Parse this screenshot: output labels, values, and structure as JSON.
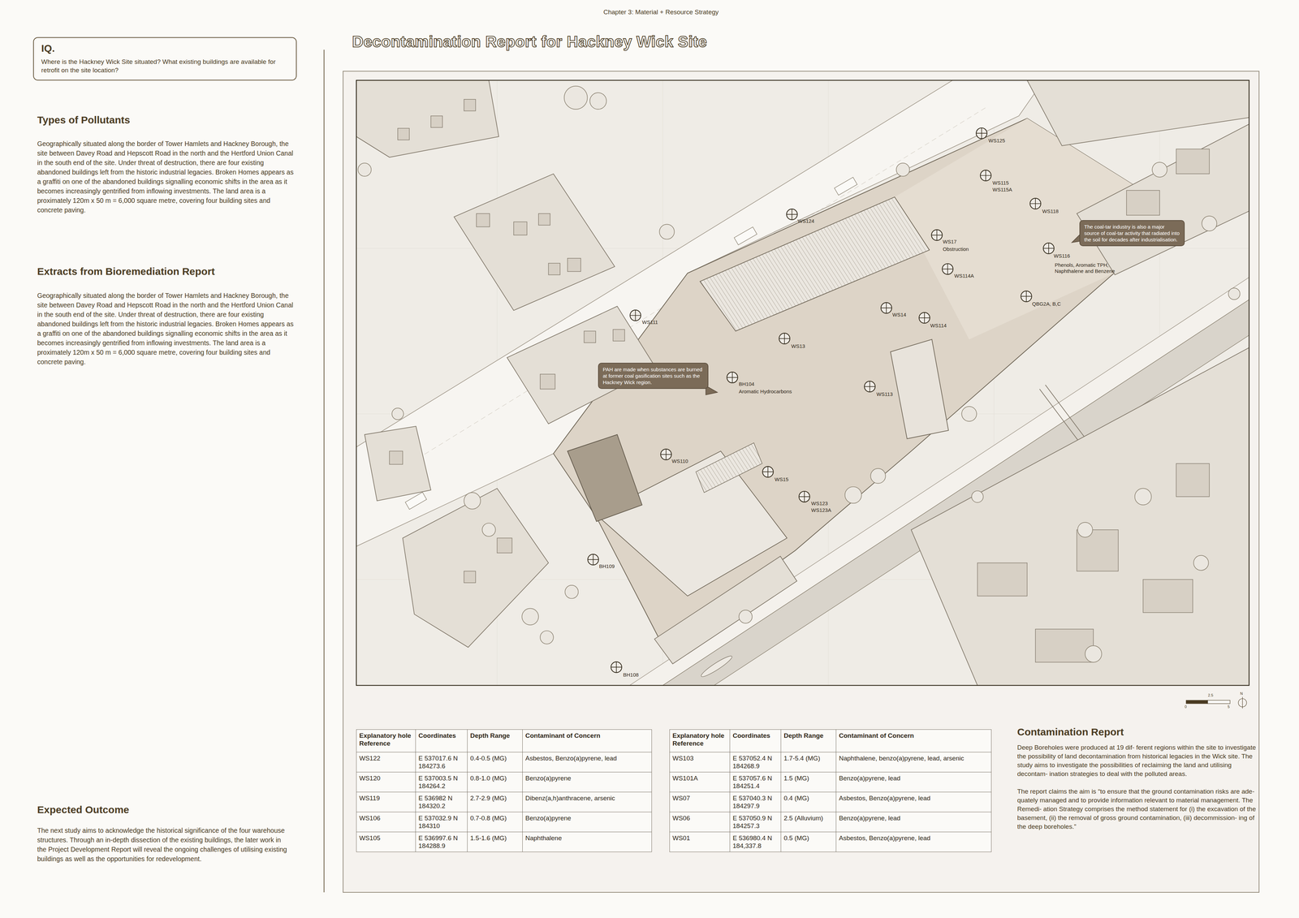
{
  "diagram": {
    "title": "Decontamination Report for Hackney Wick Site",
    "nodes": [
      {
        "text": [
          "IQ.",
          "Where is the Hackney Wick Site situated?  What existing buildings are available for retrofit on the site location?"
        ]
      },
      {
        "text": [
          "The coal-tar industry is also a major source of coal-tar activity that radiated into the soil for decades after industrialisation."
        ]
      },
      {
        "text": [
          "PAH are made when substances are burned at former coal gasification sites such as the Hackney Wick region."
        ]
      }
    ],
    "labels": [
      "Chapter 3: Material + Resource Strategy",
      "Types of Pollutants",
      "Geographically situated along the border of Tower Hamlets and Hackney Borough, the site between Davey Road and Hepscott Road in the north and the Hertford Union Canal in the south end of the site. Under threat of destruction, there are four existing abandoned buildings left from the historic industrial legacies. Broken Homes appears as a graffiti on one of the abandoned buildings signalling economic shifts in the area as it becomes increasingly gentrified from inflowing investments. The land area is a proximately 120m x 50 m = 6,000 square metre, covering four building sites and concrete paving.",
      "Extracts from Bioremediation Report",
      "Geographically situated along the border of Tower Hamlets and Hackney Borough, the site between Davey Road and Hepscott Road in the north and the Hertford Union Canal in the south end of the site. Under threat of destruction, there are four existing abandoned buildings left from the historic industrial legacies. Broken Homes appears as a graffiti on one of the abandoned buildings signalling economic shifts in the area as it becomes increasingly gentrified from inflowing investments. The land area is a proximately 120m x 50 m = 6,000 square metre, covering four building sites and concrete paving.",
      "Expected Outcome",
      "The next study aims to acknowledge the historical significance of the four warehouse structures. Through an in-depth dissection of the existing buildings, the later work in the Project Development Report will reveal the ongoing challenges of utilising existing buildings as well as the opportunities for redevelopment.",
      "WS125",
      "WS115",
      "WS115A",
      "WS118",
      "WS124",
      "WS17",
      "Obstruction",
      "WS116",
      "Phenols, Aromatic TPH, Naphthalene and Benzene",
      "WS114A",
      "QBG2A, B,C",
      "WS14",
      "WS114",
      "WS111",
      "WS13",
      "BH104",
      "Aromatic Hydrocarbons",
      "WS113",
      "WS110",
      "WS15",
      "WS123",
      "WS123A",
      "BH109",
      "BH108",
      "0",
      "2.5",
      "5",
      "N",
      "Explanatory hole Reference",
      "Coordinates",
      "Depth Range",
      "Contaminant of Concern",
      "WS122",
      "E 537017.6 N 184273.6",
      "0.4-0.5 (MG)",
      "Asbestos, Benzo(a)pyrene, lead",
      "WS120",
      "E 537003.5 N 184264.2",
      "0.8-1.0 (MG)",
      "Benzo(a)pyrene",
      "WS119",
      "E 536982 N 184320.2",
      "2.7-2.9 (MG)",
      "Dibenz(a,h)anthracene, arsenic",
      "WS106",
      "E 537032.9 N 184310",
      "0.7-0.8 (MG)",
      "Benzo(a)pyrene",
      "WS105",
      "E 536997.6 N 184288.9",
      "1.5-1.6 (MG)",
      "Naphthalene",
      "Explanatory hole Reference",
      "Coordinates",
      "Depth Range",
      "Contaminant of Concern",
      "WS103",
      "E 537052.4 N 184268.9",
      "1.7-5.4 (MG)",
      "Naphthalene, benzo(a)pyrene, lead, arsenic",
      "WS101A",
      "E 537057.6 N 184251.4",
      "1.5 (MG)",
      "Benzo(a)pyrene, lead",
      "WS07",
      "E 537040.3 N 184297.9",
      "0.4 (MG)",
      "Asbestos, Benzo(a)pyrene, lead",
      "WS06",
      "E 537050.9 N 184257.3",
      "2.5 (Alluvium)",
      "Benzo(a)pyrene, lead",
      "WS01",
      "E 536980.4 N 184,337.8",
      "0.5 (MG)",
      "Asbestos, Benzo(a)pyrene, lead",
      "Contamination Report",
      "Deep Boreholes were produced at 19 dif- ferent regions within the site to investigate the possibility of land decontamination from historical legacies in the Wick site. The study aims to investigate the possibilities of reclaiming the land and utilising decontam- ination strategies to deal with the polluted areas.",
      "The report claims the aim is “to ensure that the ground contamination risks are ade- quately managed and to provide information relevant to material management. The Remedi- ation Strategy comprises the method statement for (i) the excavation of the basement, (ii) the removal of gross ground contamination, (iii) decommission- ing of the deep boreholes.”"
    ]
  }
}
